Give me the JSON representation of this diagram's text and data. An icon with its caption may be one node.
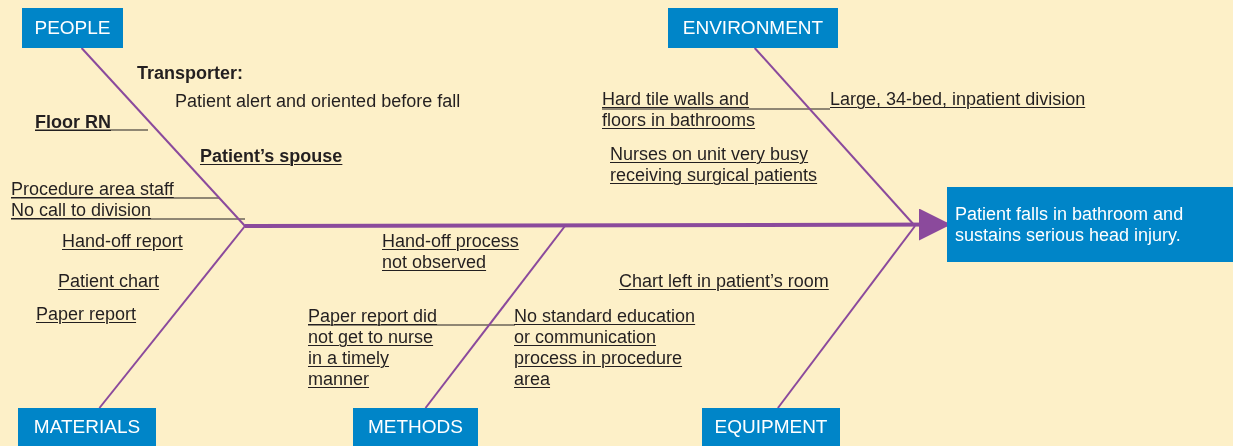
{
  "diagram": {
    "nodes": [
      {
        "text": [
          "PEOPLE"
        ]
      },
      {
        "text": [
          "ENVIRONMENT"
        ]
      },
      {
        "text": [
          "Patient falls in bathroom and sustains serious head injury."
        ]
      },
      {
        "text": [
          "MATERIALS"
        ]
      },
      {
        "text": [
          "METHODS"
        ]
      },
      {
        "text": [
          "EQUIPMENT"
        ]
      }
    ],
    "edges": [
      {
        "from": 0,
        "to": null,
        "arrow": "none"
      },
      {
        "from": 1,
        "to": null,
        "arrow": "none"
      },
      {
        "from": null,
        "to": 2,
        "arrow": "to",
        "style": "thick"
      },
      {
        "from": 3,
        "to": null,
        "arrow": "none"
      },
      {
        "from": 4,
        "to": null,
        "arrow": "none"
      },
      {
        "from": 5,
        "to": null,
        "arrow": "none"
      }
    ],
    "labels": [
      "Transporter:",
      "Patient alert and oriented before fall",
      "Hard tile walls and floors in bathrooms",
      "Large, 34-bed, inpatient division",
      "Floor RN",
      "Patient’s spouse",
      "Nurses on unit very busy receiving surgical patients",
      "Procedure area staff",
      "No call to division",
      "Hand-off report",
      "Hand-off process not observed",
      "Patient chart",
      "Chart left in patient’s room",
      "Paper report",
      "Paper report did not get to nurse in a timely manner",
      "No standard education or communication process in procedure area"
    ]
  }
}
